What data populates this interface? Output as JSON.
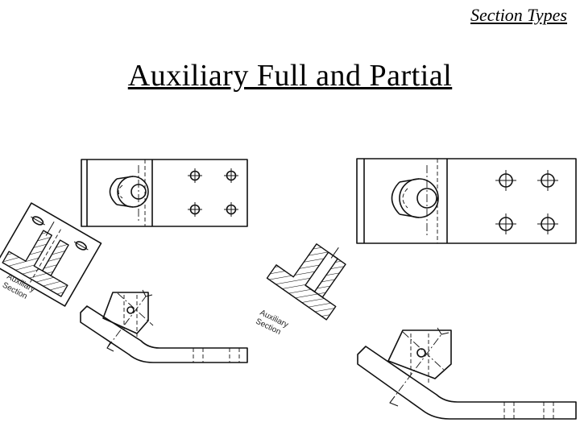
{
  "header": {
    "section_label": "Section Types"
  },
  "title": {
    "text": "Auxiliary Full and Partial"
  },
  "diagrams": {
    "full": {
      "label_line1": "Auxiliary",
      "label_line2": "Section"
    },
    "partial": {
      "label_line1": "Auxiliary",
      "label_line2": "Section"
    }
  }
}
